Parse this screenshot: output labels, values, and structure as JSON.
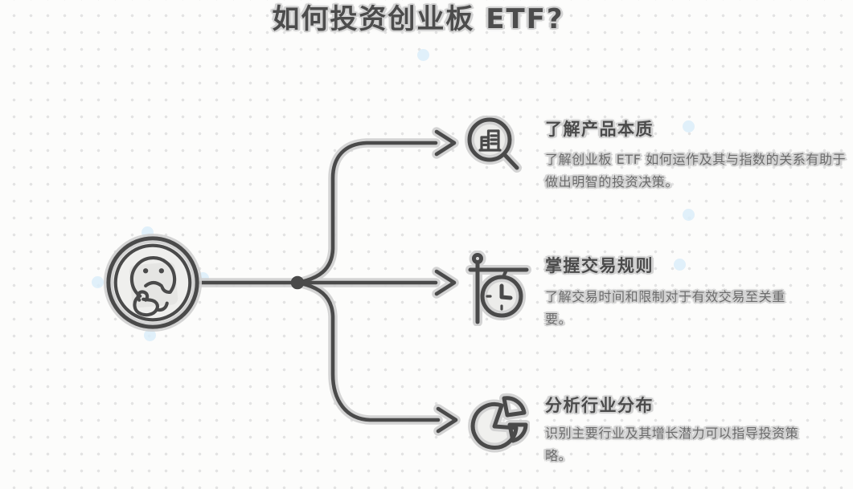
{
  "title": "如何投资创业板 ETF?",
  "center_node": {
    "icon": "thinking-face-icon"
  },
  "branches": [
    {
      "id": "product-essence",
      "icon": "magnifier-company-icon",
      "heading": "了解产品本质",
      "body": "了解创业板 ETF 如何运作及其与指数的关系有助于做出明智的投资决策。"
    },
    {
      "id": "trading-rules",
      "icon": "hanging-clock-icon",
      "heading": "掌握交易规则",
      "body": "了解交易时间和限制对于有效交易至关重要。"
    },
    {
      "id": "industry-distribution",
      "icon": "pie-chart-icon",
      "heading": "分析行业分布",
      "body": "识别主要行业及其增长潜力可以指导投资策略。"
    }
  ],
  "colors": {
    "ink": "#4a4a4a",
    "halo": "#d2d2d2",
    "body_text": "#6b6b6b",
    "background": "#fcfcfb",
    "grid_dot": "#e3e3e3",
    "accent_dot": "#daedf9"
  }
}
